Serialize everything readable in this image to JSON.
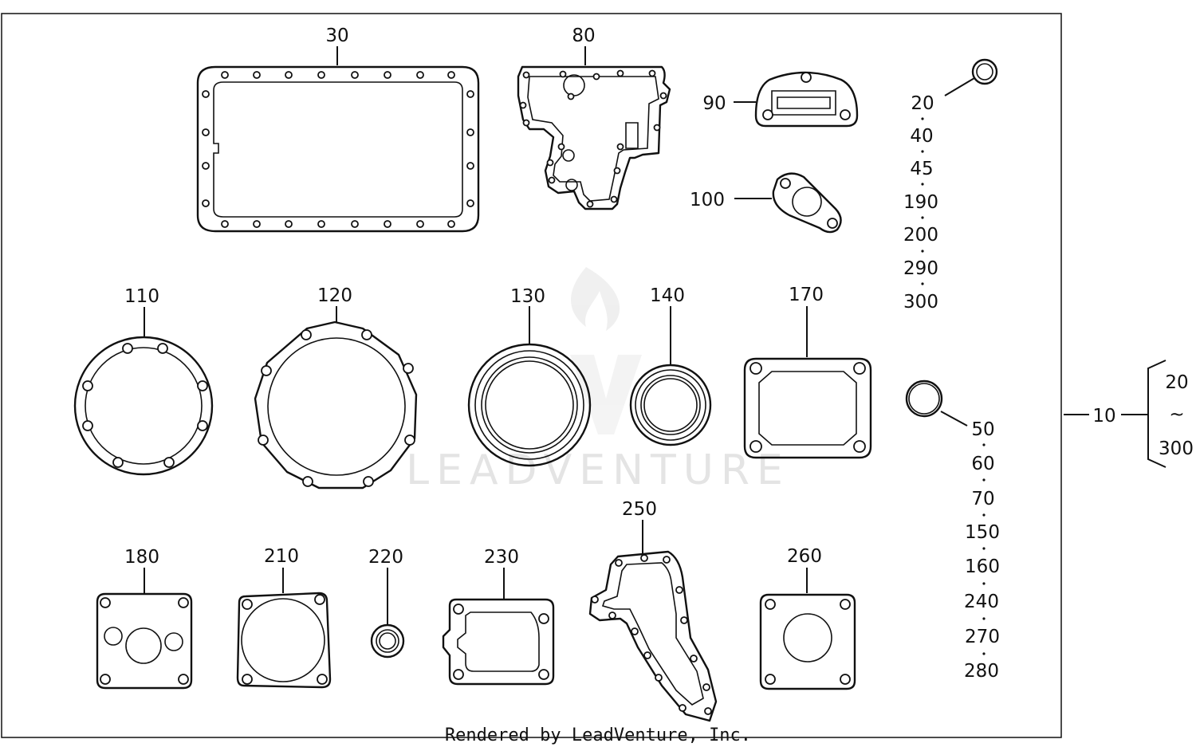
{
  "callouts": [
    {
      "id": "30",
      "text": "30"
    },
    {
      "id": "80",
      "text": "80"
    },
    {
      "id": "90",
      "text": "90"
    },
    {
      "id": "100",
      "text": "100"
    },
    {
      "id": "110",
      "text": "110"
    },
    {
      "id": "120",
      "text": "120"
    },
    {
      "id": "130",
      "text": "130"
    },
    {
      "id": "140",
      "text": "140"
    },
    {
      "id": "170",
      "text": "170"
    },
    {
      "id": "180",
      "text": "180"
    },
    {
      "id": "210",
      "text": "210"
    },
    {
      "id": "220",
      "text": "220"
    },
    {
      "id": "230",
      "text": "230"
    },
    {
      "id": "250",
      "text": "250"
    },
    {
      "id": "260",
      "text": "260"
    },
    {
      "id": "10",
      "text": "10"
    }
  ],
  "group_top_right": [
    "20",
    "40",
    "45",
    "190",
    "200",
    "290",
    "300"
  ],
  "group_right": [
    "50",
    "60",
    "70",
    "150",
    "160",
    "240",
    "270",
    "280"
  ],
  "range": {
    "from": "20",
    "tilde": "~",
    "to": "300"
  },
  "watermark": "LEADVENTURE",
  "footer": "Rendered by LeadVenture, Inc."
}
